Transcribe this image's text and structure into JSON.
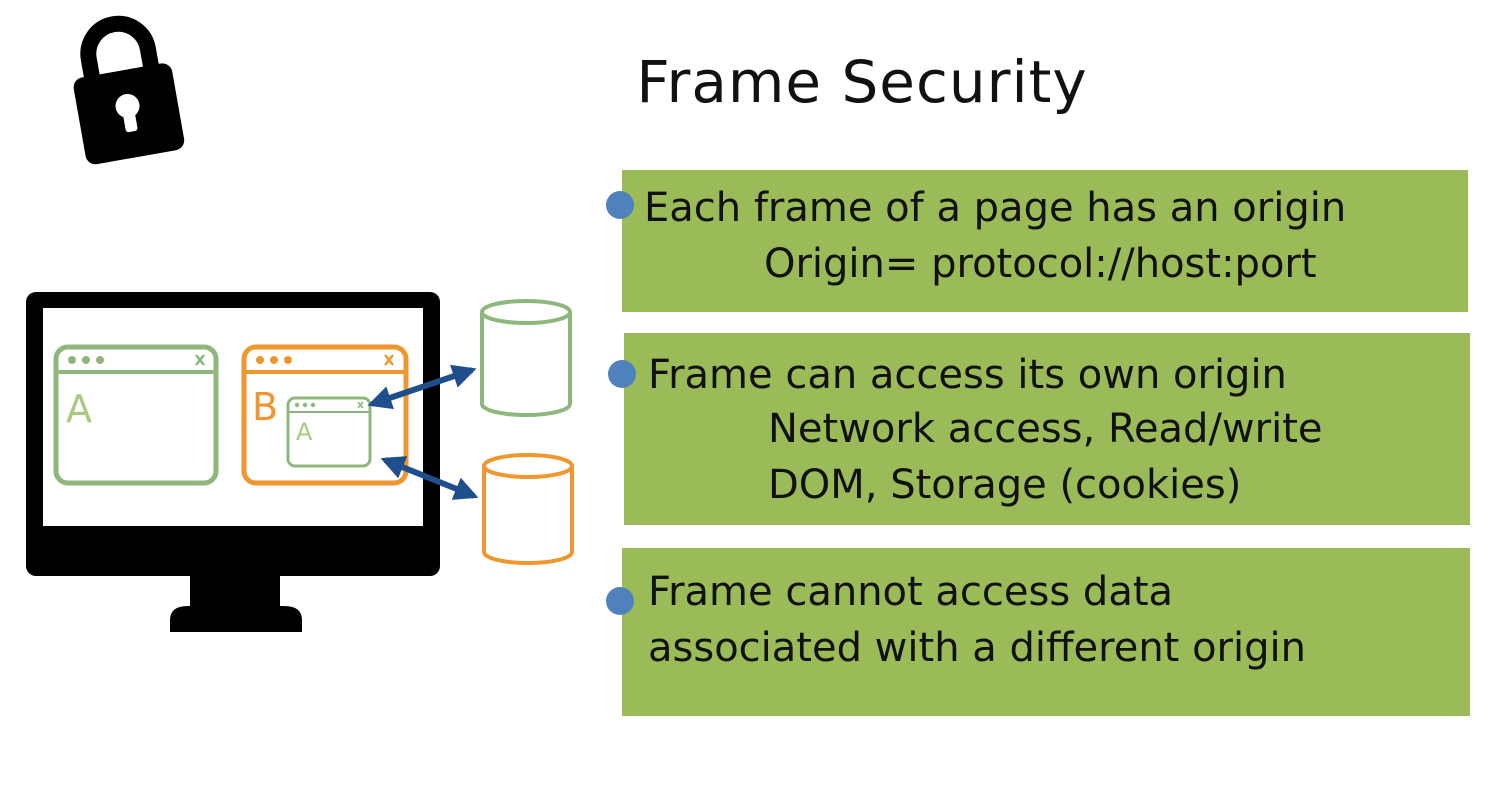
{
  "title": "Frame Security",
  "illustration": {
    "frame_a_label": "A",
    "frame_b_label": "B",
    "nested_frame_label": "A"
  },
  "points": [
    {
      "lines": [
        "Each frame of a page has an origin",
        "Origin= protocol://host:port"
      ]
    },
    {
      "lines": [
        "Frame can access its own origin",
        "Network access, Read/write",
        "DOM, Storage (cookies)"
      ]
    },
    {
      "lines": [
        "Frame cannot access data",
        "associated with a different origin"
      ]
    }
  ],
  "colors": {
    "box_fill": "#9bbb59",
    "bullet": "#4f81bd",
    "origin_a": "#8db77d",
    "origin_b": "#f0962f",
    "arrow": "#1f4e8c"
  }
}
